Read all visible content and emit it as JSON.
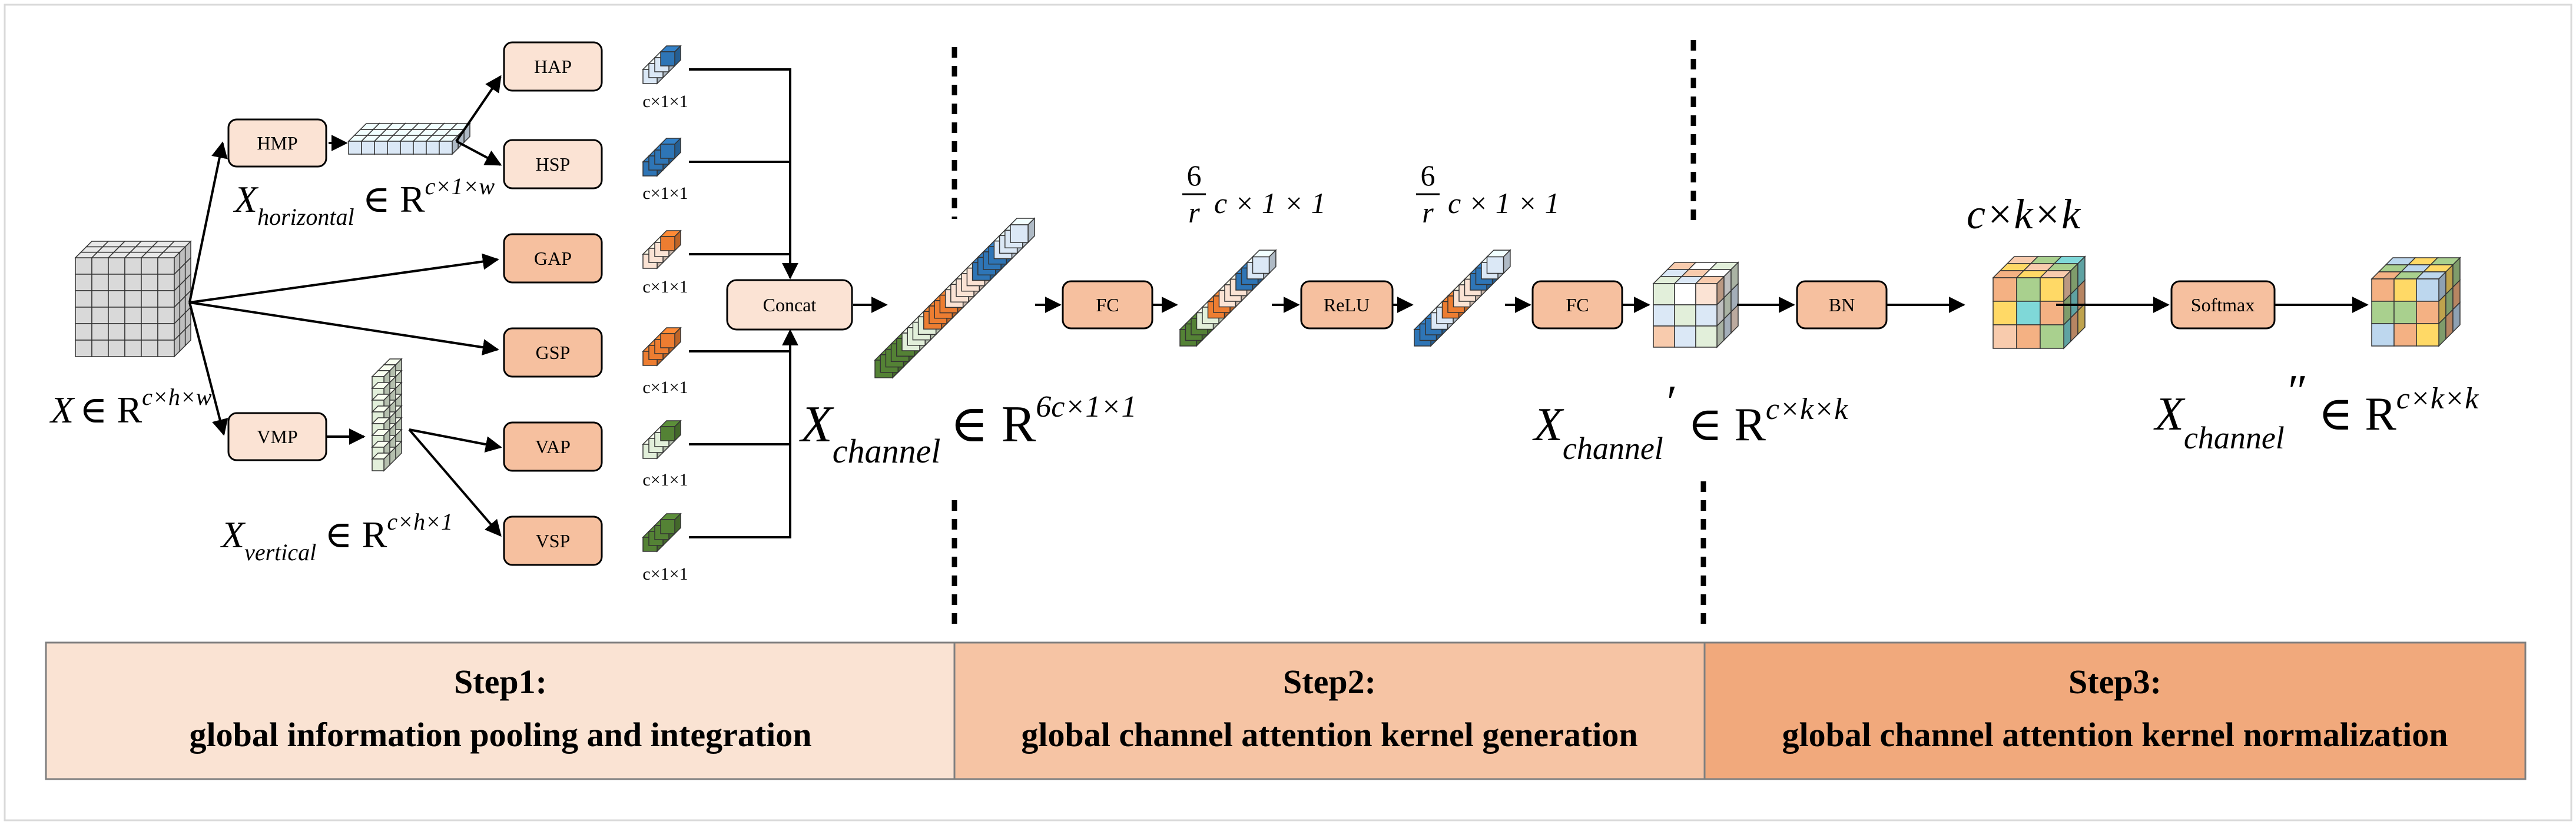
{
  "nodes": {
    "hmp": "HMP",
    "vmp": "VMP",
    "hap": "HAP",
    "hsp": "HSP",
    "gap": "GAP",
    "gsp": "GSP",
    "vap": "VAP",
    "vsp": "VSP",
    "concat": "Concat",
    "fc1": "FC",
    "relu": "ReLU",
    "fc2": "FC",
    "bn": "BN",
    "softmax": "Softmax"
  },
  "labels": {
    "pooled_dim": "c×1×1",
    "input": {
      "var": "X",
      "set": "∈ R",
      "sup": "c×h×w"
    },
    "horizontal": {
      "var": "X",
      "sub": "horizontal",
      "set": "∈ R",
      "sup": "c×1×w"
    },
    "vertical": {
      "var": "X",
      "sub": "vertical",
      "set": "∈ R",
      "sup": "c×h×1"
    },
    "channel": {
      "var": "X",
      "sub": "channel",
      "set": "∈ R",
      "sup": "6c×1×1"
    },
    "fc_dim": {
      "num": "6",
      "den": "r",
      "rest": "c × 1 × 1"
    },
    "kernel_dim": "c×k×k",
    "channel_prime": {
      "var": "X",
      "sub": "channel",
      "mark": "′",
      "set": "∈ R",
      "sup": "c×k×k"
    },
    "channel_dprime": {
      "var": "X",
      "sub": "channel",
      "mark": "″",
      "set": "∈ R",
      "sup": "c×k×k"
    }
  },
  "steps": [
    {
      "title": "Step1:",
      "desc": "global information pooling and integration",
      "color": "#fae3d3"
    },
    {
      "title": "Step2:",
      "desc": "global channel attention kernel generation",
      "color": "#f6c4a4"
    },
    {
      "title": "Step3:",
      "desc": "global channel  attention kernel normalization",
      "color": "#f1a97c"
    }
  ],
  "colors": {
    "node_light": "#fbe3d4",
    "node_dark": "#f6c09f",
    "light_blue": "#dbe8f6",
    "dark_blue": "#2e75b6",
    "orange": "#ed7d31",
    "light_green": "#e2efda",
    "dark_green": "#548235",
    "grey": "#d9d9d9"
  }
}
